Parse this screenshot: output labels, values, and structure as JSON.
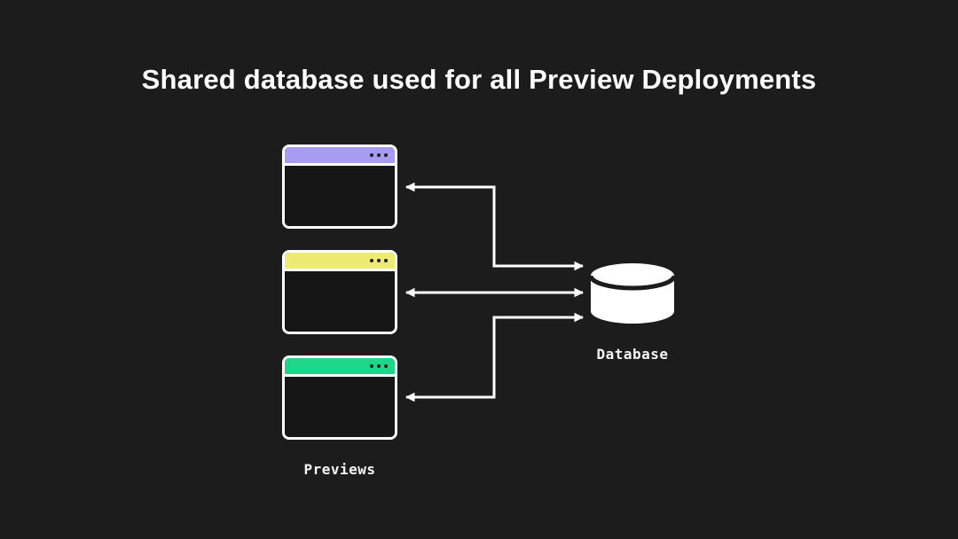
{
  "title": "Shared database used for all Preview Deployments",
  "colors": {
    "background": "#1c1c1c",
    "line": "#ffffff",
    "window_border": "#ffffff",
    "window_body": "#161616",
    "titlebar_dots": "#1c1c1c",
    "database_fill": "#ffffff"
  },
  "previews": {
    "label": "Previews",
    "windows": [
      {
        "id": "preview-window-1",
        "bar_color": "#a89bf2"
      },
      {
        "id": "preview-window-2",
        "bar_color": "#edeb72"
      },
      {
        "id": "preview-window-3",
        "bar_color": "#1ed68a"
      }
    ]
  },
  "database": {
    "label": "Database"
  }
}
